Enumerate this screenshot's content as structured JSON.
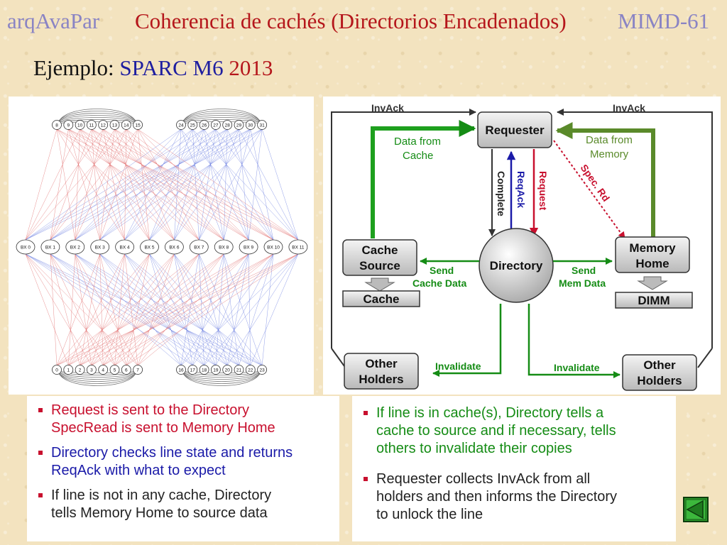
{
  "header": {
    "left": "arqAvaPar",
    "title": "Coherencia de cachés (Directorios Encadenados)",
    "right": "MIMD-61"
  },
  "subtitle": {
    "prefix": "Ejemplo:",
    "machine": "SPARC M6",
    "year": "2013"
  },
  "network": {
    "top_left_nodes": [
      "8",
      "9",
      "10",
      "11",
      "12",
      "13",
      "14",
      "15"
    ],
    "top_right_nodes": [
      "24",
      "25",
      "26",
      "27",
      "28",
      "29",
      "30",
      "31"
    ],
    "bx_nodes": [
      "BX 0",
      "BX 1",
      "BX 2",
      "BX 3",
      "BX 4",
      "BX 5",
      "BX 6",
      "BX 7",
      "BX 8",
      "BX 9",
      "BX 10",
      "BX 11"
    ],
    "bottom_left_nodes": [
      "0",
      "1",
      "2",
      "3",
      "4",
      "5",
      "6",
      "7"
    ],
    "bottom_right_nodes": [
      "16",
      "17",
      "18",
      "19",
      "20",
      "21",
      "22",
      "23"
    ]
  },
  "flow": {
    "requester": "Requester",
    "directory": "Directory",
    "cache_source": [
      "Cache",
      "Source"
    ],
    "cache": "Cache",
    "memory_home": [
      "Memory",
      "Home"
    ],
    "dimm": "DIMM",
    "other_holders_left": [
      "Other",
      "Holders"
    ],
    "other_holders_right": [
      "Other",
      "Holders"
    ],
    "invack_left": "InvAck",
    "invack_right": "InvAck",
    "data_from_cache": [
      "Data from",
      "Cache"
    ],
    "data_from_memory": [
      "Data from",
      "Memory"
    ],
    "complete": "Complete",
    "reqack": "ReqAck",
    "request": "Request",
    "spec_rd": "Spec. Rd",
    "send_cache_data": [
      "Send",
      "Cache Data"
    ],
    "send_mem_data": [
      "Send",
      "Mem Data"
    ],
    "invalidate_left": "Invalidate",
    "invalidate_right": "Invalidate"
  },
  "left_bullets": {
    "b1_l1": "Request is sent to the Directory",
    "b1_l2": "SpecRead is sent to Memory Home",
    "b2_l1": "Directory checks line state and returns",
    "b2_l2": "ReqAck with what to expect",
    "b3_l1": "If line is not in any cache, Directory",
    "b3_l2": "tells Memory Home to source data"
  },
  "right_bullets": {
    "b1_l1": "If line is in cache(s), Directory tells a",
    "b1_l2": "cache to source and if necessary, tells",
    "b1_l3": "others to invalidate their copies",
    "b2_l1": "Requester collects InvAck from all",
    "b2_l2": "holders and then informs the Directory",
    "b2_l3": "to unlock the line"
  },
  "colors": {
    "title_red": "#b5161b",
    "header_lavender": "#8a84c4",
    "green": "#158c15",
    "dark_green": "#5a8a2a",
    "blue": "#1a1aa8",
    "red": "#c8102e"
  }
}
